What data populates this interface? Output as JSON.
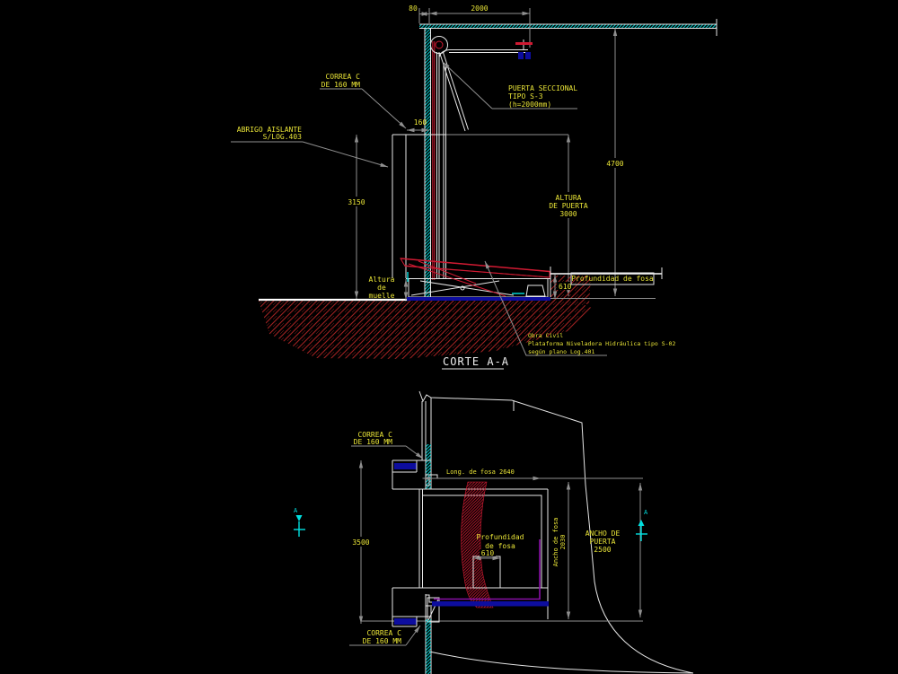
{
  "colors": {
    "background": "#000000",
    "line_white": "#e6e6e6",
    "dim_gray": "#8f8f8f",
    "text_yellow": "#e9e437",
    "cyan": "#00e0e0",
    "red": "#cf1a32",
    "earth_red": "#9e2222",
    "navy": "#0d0d9e",
    "purple": "#8a10a8"
  },
  "section": {
    "title": "CORTE A-A",
    "dim_2000": "2000",
    "dim_80": "80",
    "dim_160": "160",
    "dim_4700": "4700",
    "dim_3150": "3150",
    "dim_610": "610",
    "label_correa_1": "CORREA C",
    "label_correa_2": "DE 160 MM",
    "label_abrigo_1": "ABRIGO AISLANTE",
    "label_abrigo_2": "S/LOG.403",
    "label_puerta_1": "PUERTA SECCIONAL",
    "label_puerta_2": "TIPO S-3",
    "label_puerta_3": "(h=2000mm)",
    "label_altura_1": "ALTURA",
    "label_altura_2": "DE PUERTA",
    "label_altura_3": "3000",
    "label_muelle_1": "Altura",
    "label_muelle_2": "de",
    "label_muelle_3": "muelle",
    "label_prof_fosa": "Profundidad de fosa",
    "note_obra_1": "Obra Civil",
    "note_obra_2": "Plataforma Niveladora Hidráulica tipo S-02",
    "note_obra_3": "según plano Log.401"
  },
  "plan": {
    "label_correa_top_1": "CORREA C",
    "label_correa_top_2": "DE 160 MM",
    "label_correa_bot_1": "CORREA C",
    "label_correa_bot_2": "DE 160 MM",
    "dim_long_fosa": "Long. de fosa 2640",
    "dim_ancho_fosa_1": "Ancho de fosa",
    "dim_ancho_fosa_2": "2030",
    "label_ancho_puerta_1": "ANCHO DE",
    "label_ancho_puerta_2": "PUERTA",
    "label_ancho_puerta_3": "2500",
    "dim_3500": "3500",
    "label_prof_1": "Profundidad",
    "label_prof_2": "de fosa",
    "dim_610": "610",
    "marker_a_left": "A",
    "marker_a_right": "A"
  }
}
